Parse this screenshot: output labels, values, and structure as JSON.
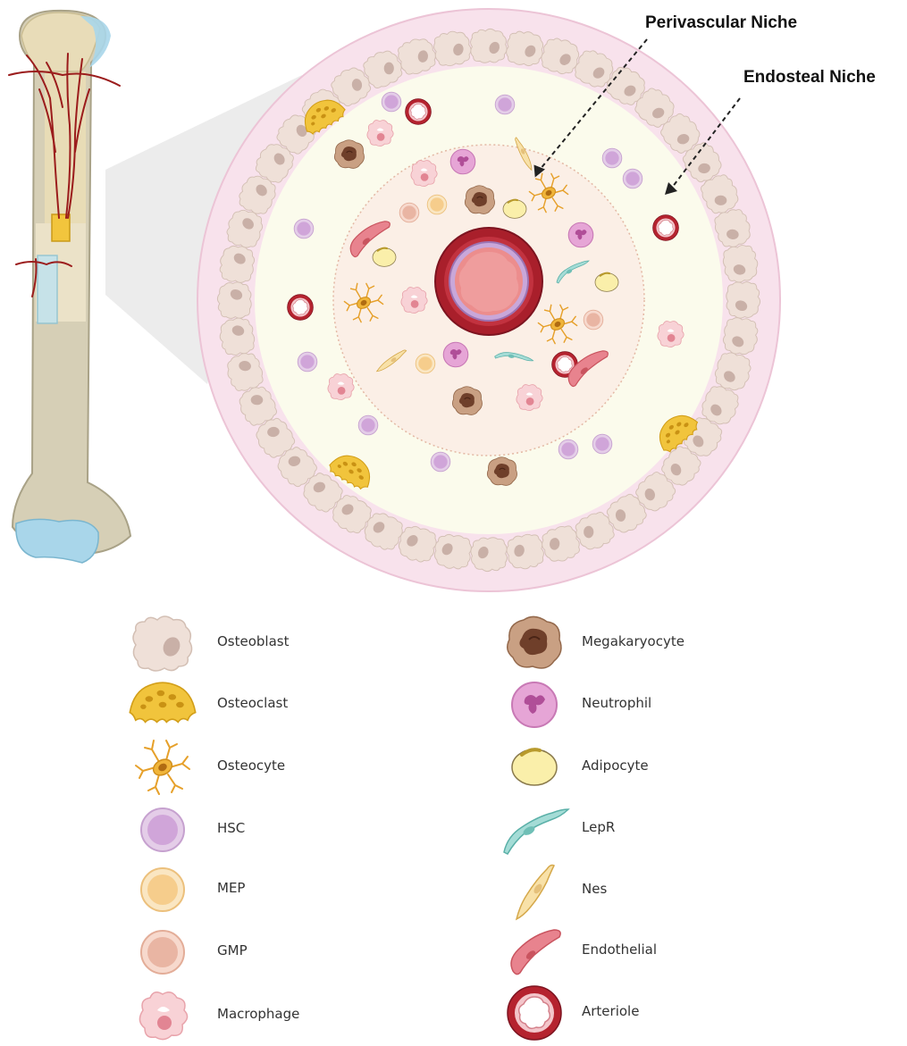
{
  "labels": {
    "perivascular": "Perivascular Niche",
    "endosteal": "Endosteal Niche"
  },
  "legend": [
    {
      "icon": "osteoblast",
      "label": "Osteoblast"
    },
    {
      "icon": "osteoclast",
      "label": "Osteoclast"
    },
    {
      "icon": "osteocyte",
      "label": "Osteocyte"
    },
    {
      "icon": "hsc",
      "label": "HSC"
    },
    {
      "icon": "mep",
      "label": "MEP"
    },
    {
      "icon": "gmp",
      "label": "GMP"
    },
    {
      "icon": "macrophage",
      "label": "Macrophage"
    },
    {
      "icon": "megakaryocyte",
      "label": "Megakaryocyte"
    },
    {
      "icon": "neutrophil",
      "label": "Neutrophil"
    },
    {
      "icon": "adipocyte",
      "label": "Adipocyte"
    },
    {
      "icon": "lepr",
      "label": "LepR"
    },
    {
      "icon": "nes",
      "label": "Nes"
    },
    {
      "icon": "endothelial",
      "label": "Endothelial"
    },
    {
      "icon": "arteriole",
      "label": "Arteriole"
    }
  ],
  "colors": {
    "bone_shaft": "#d6cfb6",
    "bone_outline": "#a9a287",
    "cartilage": "#a9d6ea",
    "vessel": "#9b1c1c",
    "osteoblast": "#efe0d8",
    "osteoclast": "#f1c43c",
    "osteocyte": "#f0b53a",
    "hsc": "#d9b4de",
    "mep": "#f7d39a",
    "gmp": "#efbeab",
    "macrophage": "#f6c4c8",
    "megakaryocyte": "#b38a6e",
    "neutrophil": "#e08fcf",
    "adipocyte": "#faefaa",
    "lepr": "#a4dcd6",
    "nes": "#f6dfa2",
    "endothelial": "#e8838e",
    "arteriole": "#b5232f",
    "section_outer": "#f8e2ec",
    "marrow": "#fbfbec",
    "perivascular_zone": "#fbefe6"
  }
}
